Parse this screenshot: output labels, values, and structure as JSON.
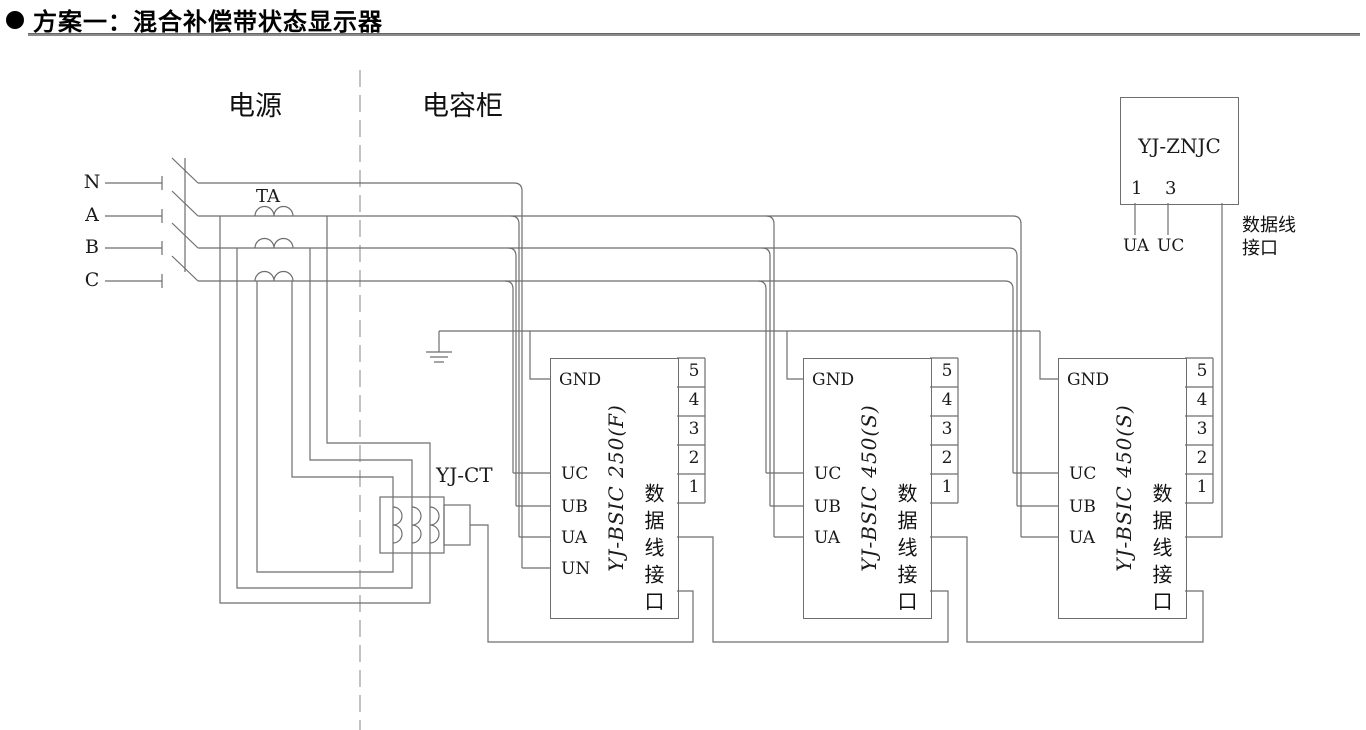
{
  "title": {
    "bullet": "●",
    "text": "方案一：混合补偿带状态显示器"
  },
  "sections": {
    "power": "电源",
    "capacitor": "电容柜"
  },
  "phases": {
    "n": "N",
    "a": "A",
    "b": "B",
    "c": "C"
  },
  "labels": {
    "ta": "TA",
    "yjct": "YJ-CT",
    "data_port_line1": "数据线",
    "data_port_line2": "接口"
  },
  "znjc": {
    "model": "YJ-ZNJC",
    "pin1": "1",
    "pin3": "3",
    "ua": "UA",
    "uc": "UC"
  },
  "pins": {
    "p5": "5",
    "p4": "4",
    "p3": "3",
    "p2": "2",
    "p1": "1"
  },
  "devices": [
    {
      "model": "YJ-BSIC 250(F)",
      "gnd": "GND",
      "uc": "UC",
      "ub": "UB",
      "ua": "UA",
      "un": "UN",
      "data_port": "数据线接口"
    },
    {
      "model": "YJ-BSIC 450(S)",
      "gnd": "GND",
      "uc": "UC",
      "ub": "UB",
      "ua": "UA",
      "data_port": "数据线接口"
    },
    {
      "model": "YJ-BSIC 450(S)",
      "gnd": "GND",
      "uc": "UC",
      "ub": "UB",
      "ua": "UA",
      "data_port": "数据线接口"
    }
  ]
}
